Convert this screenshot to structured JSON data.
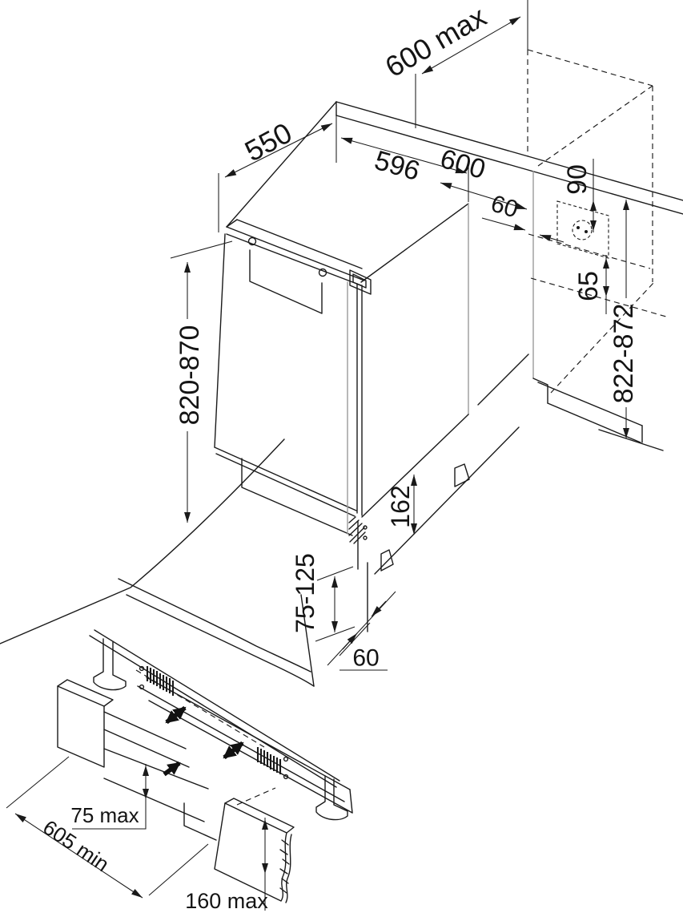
{
  "diagram": {
    "background": "#ffffff",
    "line_color": "#1a1a1a",
    "panel_line_color": "#9b9b9b",
    "upper_view": {
      "dimensions": {
        "worktop_depth_max": "600 max",
        "appliance_depth": "550",
        "appliance_width": "596",
        "niche_width": "600",
        "side_clearance": "60",
        "socket_zone_height": "90",
        "socket_zone_offset": "65",
        "niche_height_range": "822-872",
        "appliance_height_range": "820-870",
        "rear_recess_height": "162",
        "plinth_height_range": "75-125",
        "rear_clearance": "60"
      },
      "icons": [
        {
          "name": "power-socket-icon",
          "shape": "dashed circle with two pin dots inside dashed box"
        }
      ]
    },
    "lower_view": {
      "dimensions": {
        "plinth_recess_max": "75 max",
        "vent_cutout_min": "605 min",
        "plinth_height_max": "160 max"
      },
      "icons": [
        {
          "name": "airflow-arrow-icon",
          "shape": "thick double-headed arrow"
        },
        {
          "name": "vent-grille-icon",
          "shape": "slotted ventilation grille"
        }
      ]
    }
  }
}
